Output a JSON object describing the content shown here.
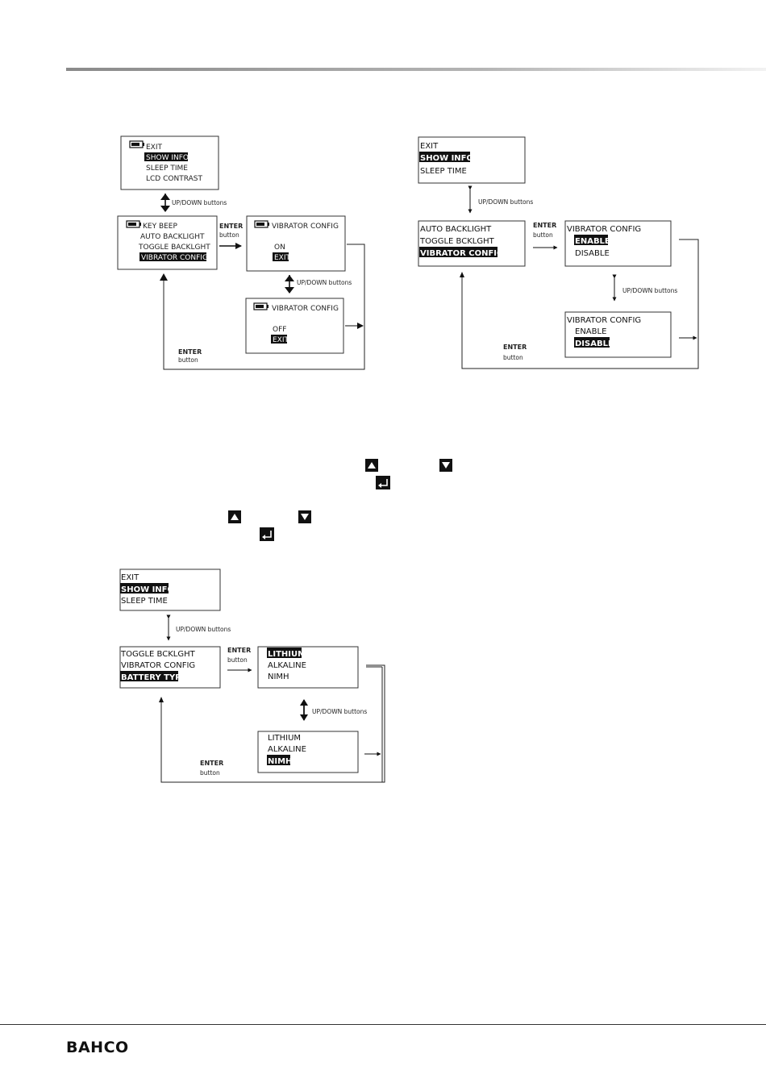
{
  "brand": "BAHCO",
  "diagram1": {
    "menu_top": [
      "EXIT",
      "SHOW INFO",
      "SLEEP TIME",
      "LCD CONTRAST"
    ],
    "menu_mid": [
      "KEY BEEP",
      "AUTO BACKLIGHT",
      "TOGGLE BACKLGHT",
      "VIBRATOR CONFIG"
    ],
    "vib_on": [
      "VIBRATOR CONFIG",
      "ON",
      "EXIT"
    ],
    "vib_off": [
      "VIBRATOR CONFIG",
      "OFF",
      "EXIT"
    ],
    "updown": "UP/DOWN buttons",
    "enter": "ENTER",
    "button": "button"
  },
  "diagram2": {
    "menu_top": [
      "EXIT",
      "SHOW INFO",
      "SLEEP TIME"
    ],
    "menu_mid": [
      "AUTO BACKLIGHT",
      "TOGGLE BCKLGHT",
      "VIBRATOR CONFIG"
    ],
    "vib_enable": [
      "VIBRATOR CONFIG",
      "ENABLE",
      "DISABLE"
    ],
    "vib_disable": [
      "VIBRATOR CONFIG",
      "ENABLE",
      "DISABLE"
    ],
    "updown": "UP/DOWN buttons",
    "enter": "ENTER",
    "button": "button"
  },
  "diagram3": {
    "menu_top": [
      "EXIT",
      "SHOW INFO",
      "SLEEP TIME"
    ],
    "menu_mid": [
      "TOGGLE BCKLGHT",
      "VIBRATOR CONFIG",
      "BATTERY TYPE"
    ],
    "battery_a": [
      "LITHIUM",
      "ALKALINE",
      "NIMH"
    ],
    "battery_b": [
      "LITHIUM",
      "ALKALINE",
      "NIMH"
    ],
    "updown": "UP/DOWN buttons",
    "enter": "ENTER",
    "button": "button"
  },
  "icons": {
    "up": "up-triangle-icon",
    "down": "down-triangle-icon",
    "enter": "enter-return-icon"
  }
}
